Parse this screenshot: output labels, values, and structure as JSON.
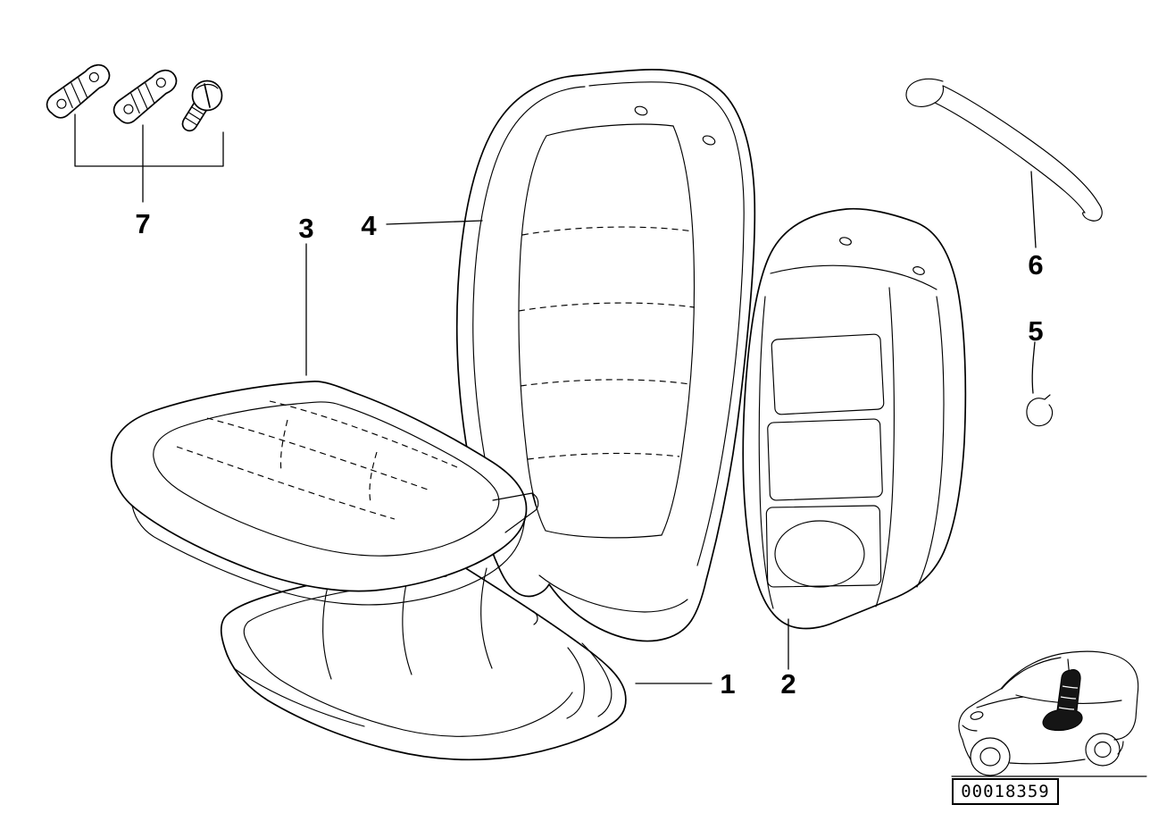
{
  "colors": {
    "line": "#000000",
    "background": "#ffffff",
    "seat_highlight": "#151515"
  },
  "callouts": {
    "c1": {
      "label": "1",
      "name": "seat-pan-pad"
    },
    "c2": {
      "label": "2",
      "name": "backrest-cover-rear"
    },
    "c3": {
      "label": "3",
      "name": "seat-cushion-cover"
    },
    "c4": {
      "label": "4",
      "name": "backrest-cover-front"
    },
    "c5": {
      "label": "5",
      "name": "retaining-clip"
    },
    "c6": {
      "label": "6",
      "name": "tension-wire"
    },
    "c7": {
      "label": "7",
      "name": "mounting-hardware"
    }
  },
  "plate": {
    "id": "00018359"
  }
}
